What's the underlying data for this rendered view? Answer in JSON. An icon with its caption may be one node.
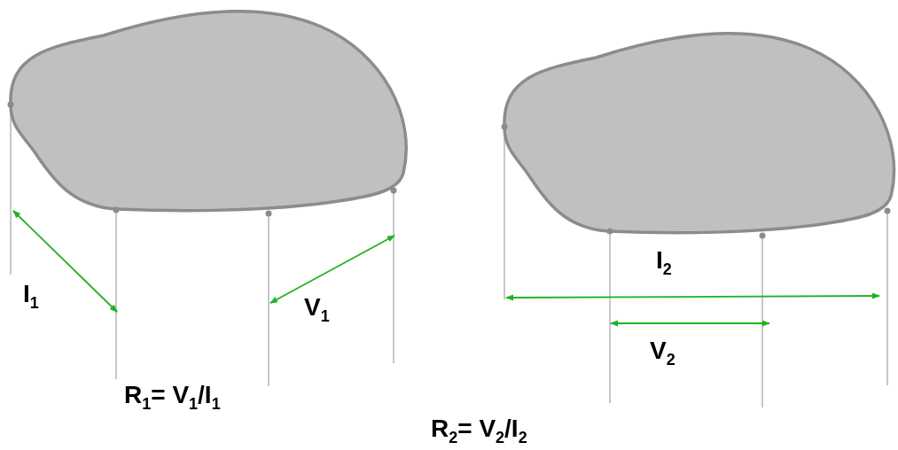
{
  "diagram": {
    "labels": [
      "I$_{1}$",
      "V$_{1}$",
      "R$_{1}$= V$_{1}$/I$_{1}$",
      "I$_{2}$",
      "V$_{2}$",
      "R$_{2}$= V$_{2}$/I$_{2}$"
    ]
  }
}
